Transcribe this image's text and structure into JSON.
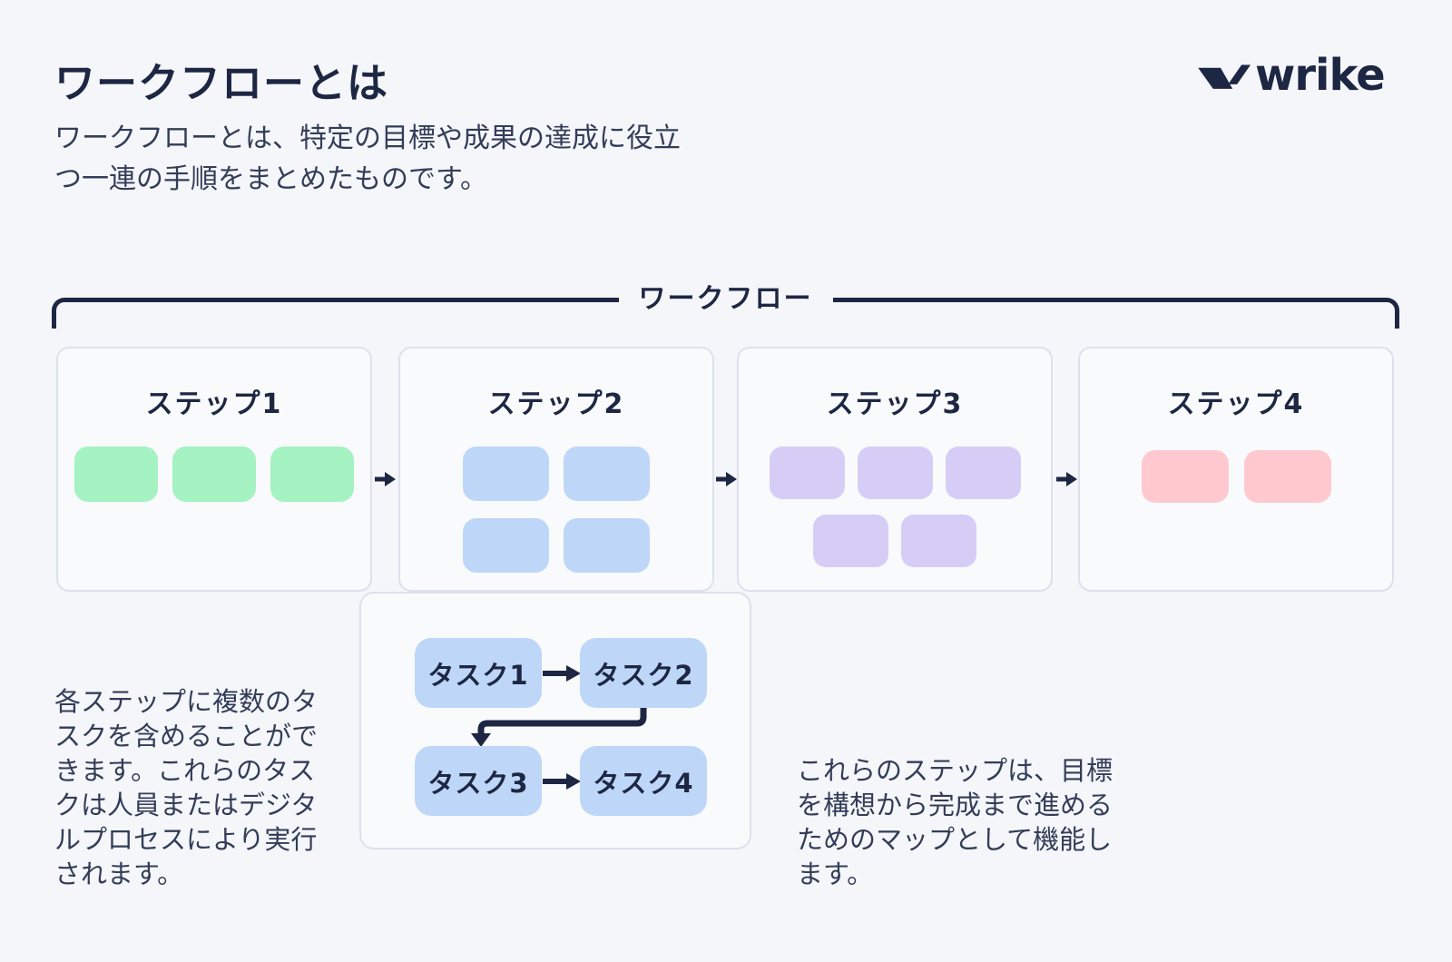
{
  "header": {
    "title": "ワークフローとは",
    "subtitle": "ワークフローとは、特定の目標や成果の達成に役立\nつ一連の手順をまとめたものです。",
    "logo_text": "wrike"
  },
  "bracket": {
    "label": "ワークフロー"
  },
  "steps": [
    {
      "label": "ステップ1",
      "tile_count": 3,
      "tile_rows": [
        3
      ],
      "tile_color": "#a5f2c3"
    },
    {
      "label": "ステップ2",
      "tile_count": 4,
      "tile_rows": [
        2,
        2
      ],
      "tile_color": "#bed7f8"
    },
    {
      "label": "ステップ3",
      "tile_count": 5,
      "tile_rows": [
        3,
        2
      ],
      "tile_color": "#d6cdf7"
    },
    {
      "label": "ステップ4",
      "tile_count": 2,
      "tile_rows": [
        2
      ],
      "tile_color": "#ffc9cf"
    }
  ],
  "task_panel": {
    "tasks": [
      "タスク1",
      "タスク2",
      "タスク3",
      "タスク4"
    ]
  },
  "notes": {
    "left": "各ステップに複数のタ\nスクを含めることがで\nきます。これらのタス\nクは人員またはデジタ\nルプロセスにより実行\nされます。",
    "right": "これらのステップは、目標\nを構想から完成まで進める\nためのマップとして機能し\nます。"
  },
  "colors": {
    "ink": "#1d2743",
    "body_text": "#333d59",
    "page_bg": "#f5f6f9",
    "card_bg": "#f9fafb",
    "card_border": "#dce1ec",
    "task_box": "#bed7f8",
    "step1_tile": "#a5f2c3",
    "step2_tile": "#bed7f8",
    "step3_tile": "#d6cdf7",
    "step4_tile": "#ffc9cf"
  }
}
